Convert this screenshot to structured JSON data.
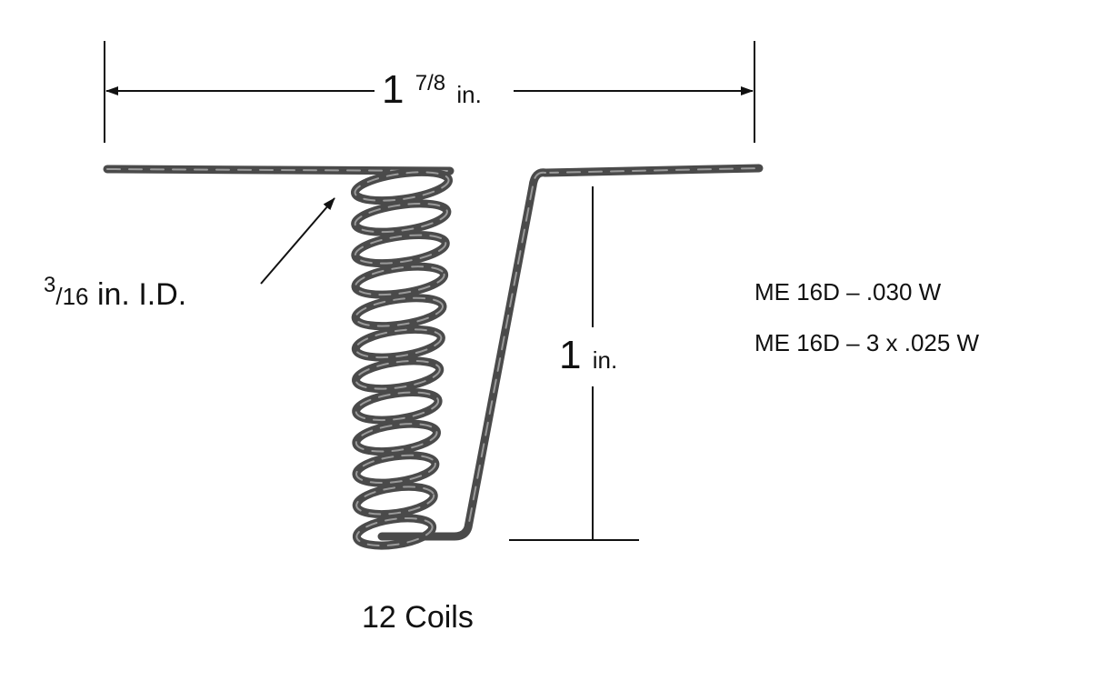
{
  "width_dimension": {
    "whole": "1",
    "fraction": "7/8",
    "unit": "in."
  },
  "inner_diameter": {
    "fraction_num": "3",
    "fraction_den": "/16",
    "text": "in. I.D."
  },
  "height_dimension": {
    "whole": "1",
    "unit": "in."
  },
  "coil_count": "12 Coils",
  "part_numbers": [
    "ME 16D – .030 W",
    "ME 16D – 3 x .025 W"
  ],
  "colors": {
    "wire": "#4a4a4a",
    "wire_highlight": "#9a9a9a",
    "line": "#111111"
  }
}
